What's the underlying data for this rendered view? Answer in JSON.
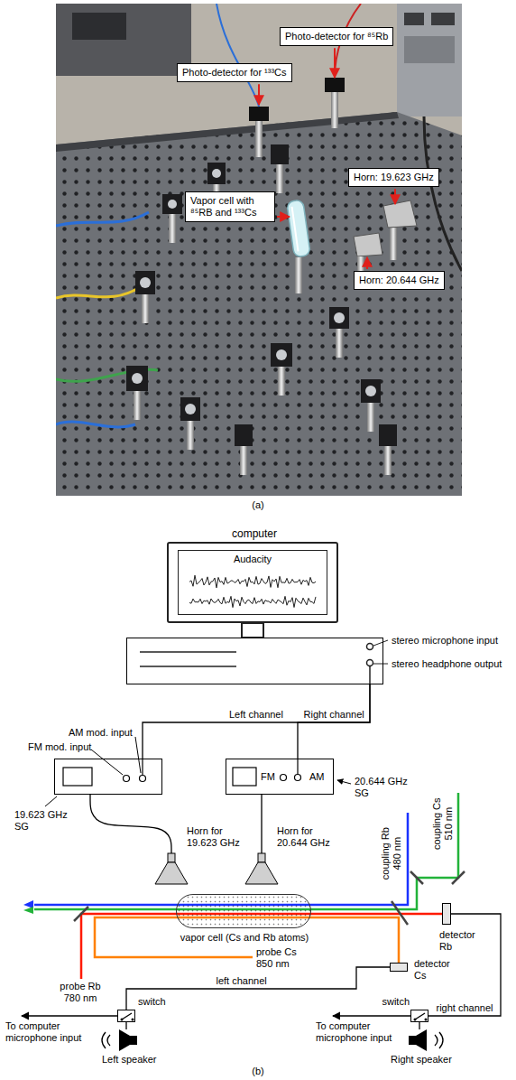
{
  "diagram": {
    "nodes": [
      {
        "text": [
          "Photo-detector for ⁸⁵Rb"
        ]
      },
      {
        "text": [
          "Photo-detector for ¹³³Cs"
        ]
      },
      {
        "text": [
          "Horn: 19.623 GHz"
        ]
      },
      {
        "text": [
          "Vapor cell with ⁸⁵RB and ¹³³Cs"
        ]
      },
      {
        "text": [
          "Horn: 20.644 GHz"
        ]
      },
      {
        "text": [
          "computer"
        ]
      },
      {
        "text": [
          "Audacity"
        ],
        "in": 5
      },
      {
        "text": [
          "stereo microphone input",
          "stereo headphone output"
        ]
      },
      {
        "text": [
          "FM mod. input",
          "AM mod. input",
          "19.623 GHz SG"
        ]
      },
      {
        "text": [
          "FM",
          "AM",
          "20.644 GHz SG"
        ]
      },
      {
        "text": [
          "Horn for 19.623 GHz"
        ]
      },
      {
        "text": [
          "Horn for 20.644 GHz"
        ]
      },
      {
        "text": [
          "vapor cell (Cs and Rb atoms)"
        ]
      },
      {
        "text": [
          "detector Rb"
        ]
      },
      {
        "text": [
          "detector Cs"
        ]
      },
      {
        "text": [
          "switch"
        ]
      },
      {
        "text": [
          "switch"
        ]
      },
      {
        "text": [
          "Left speaker"
        ]
      },
      {
        "text": [
          "Right speaker"
        ]
      }
    ],
    "edges": [
      {
        "from": 7,
        "to": 8,
        "label": "Left channel",
        "arrow": "none"
      },
      {
        "from": 7,
        "to": 9,
        "label": "Right channel",
        "arrow": "none"
      },
      {
        "from": 8,
        "to": 10,
        "arrow": "none"
      },
      {
        "from": 9,
        "to": 11,
        "arrow": "none"
      },
      {
        "from": 13,
        "to": 16,
        "label": "right channel",
        "arrow": "none"
      },
      {
        "from": 14,
        "to": 15,
        "label": "left channel",
        "arrow": "none"
      },
      {
        "from": 15,
        "to": 17,
        "arrow": "none"
      },
      {
        "from": 16,
        "to": 18,
        "arrow": "none"
      }
    ],
    "labels": [
      "(a)",
      "coupling Rb 480 nm",
      "coupling Cs 510 nm",
      "probe Rb 780 nm",
      "probe Cs 850 nm",
      "To computer microphone input",
      "To computer microphone input",
      "(b)"
    ]
  }
}
